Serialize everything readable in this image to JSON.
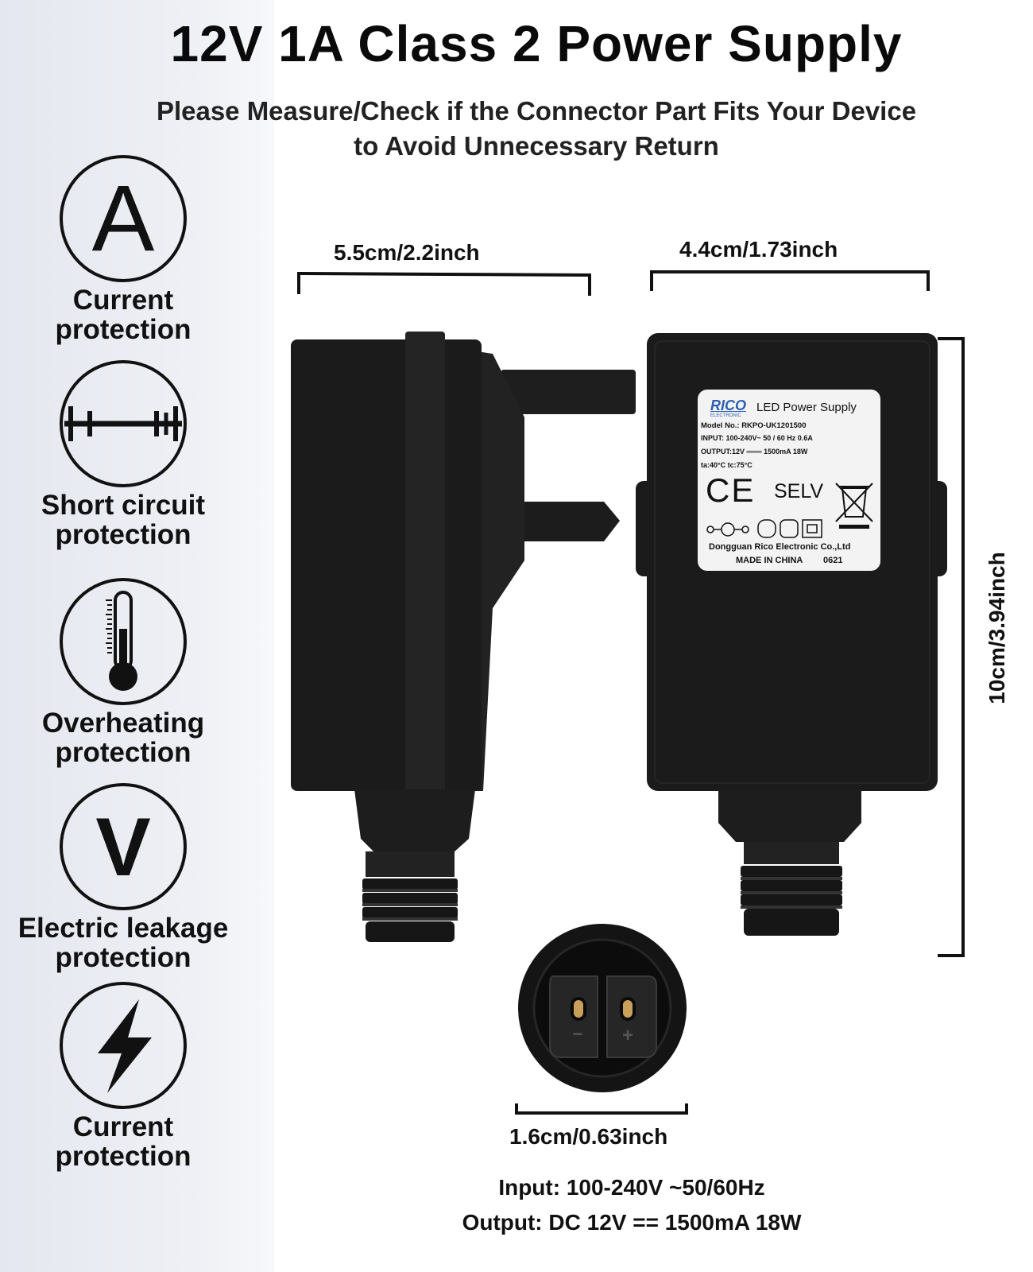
{
  "title": "12V 1A Class 2 Power Supply",
  "subtitle_line1": "Please Measure/Check if the Connector Part Fits Your Device",
  "subtitle_line2": "to Avoid Unnecessary Return",
  "features": [
    {
      "icon": "letter-a-icon",
      "glyph": "A",
      "label": "Current\nprotection"
    },
    {
      "icon": "short-circuit-icon",
      "label": "Short circuit\nprotection"
    },
    {
      "icon": "thermometer-icon",
      "label": "Overheating\nprotection"
    },
    {
      "icon": "letter-v-icon",
      "glyph": "V",
      "label": "Electric leakage\nprotection"
    },
    {
      "icon": "lightning-icon",
      "label": "Current\nprotection"
    }
  ],
  "dimensions": {
    "side_width": "5.5cm/2.2inch",
    "front_width": "4.4cm/1.73inch",
    "height": "10cm/3.94inch",
    "connector": "1.6cm/0.63inch"
  },
  "product_label": {
    "brand": "RICO",
    "brand_sub": "ELECTRONIC",
    "product": "LED Power Supply",
    "model": "Model No.: RKPO-UK1201500",
    "input": "INPUT: 100-240V~ 50 / 60 Hz 0.6A",
    "output": "OUTPUT:12V ═══ 1500mA 18W",
    "temps": "ta:40°C  tc:75°C",
    "ce": "CE",
    "selv": "SELV",
    "maker": "Dongguan Rico Electronic Co.,Ltd",
    "origin": "MADE IN CHINA",
    "code": "0621"
  },
  "connector_pins": {
    "minus": "−",
    "plus": "+"
  },
  "specs": {
    "input": "Input: 100-240V ~50/60Hz",
    "output": "Output: DC 12V == 1500mA 18W"
  },
  "colors": {
    "device_body": "#1b1b1b",
    "sidebar_bg": "#e8eaf1",
    "label_bg": "#f3f3f3",
    "pin_gold": "#c9a05a"
  }
}
